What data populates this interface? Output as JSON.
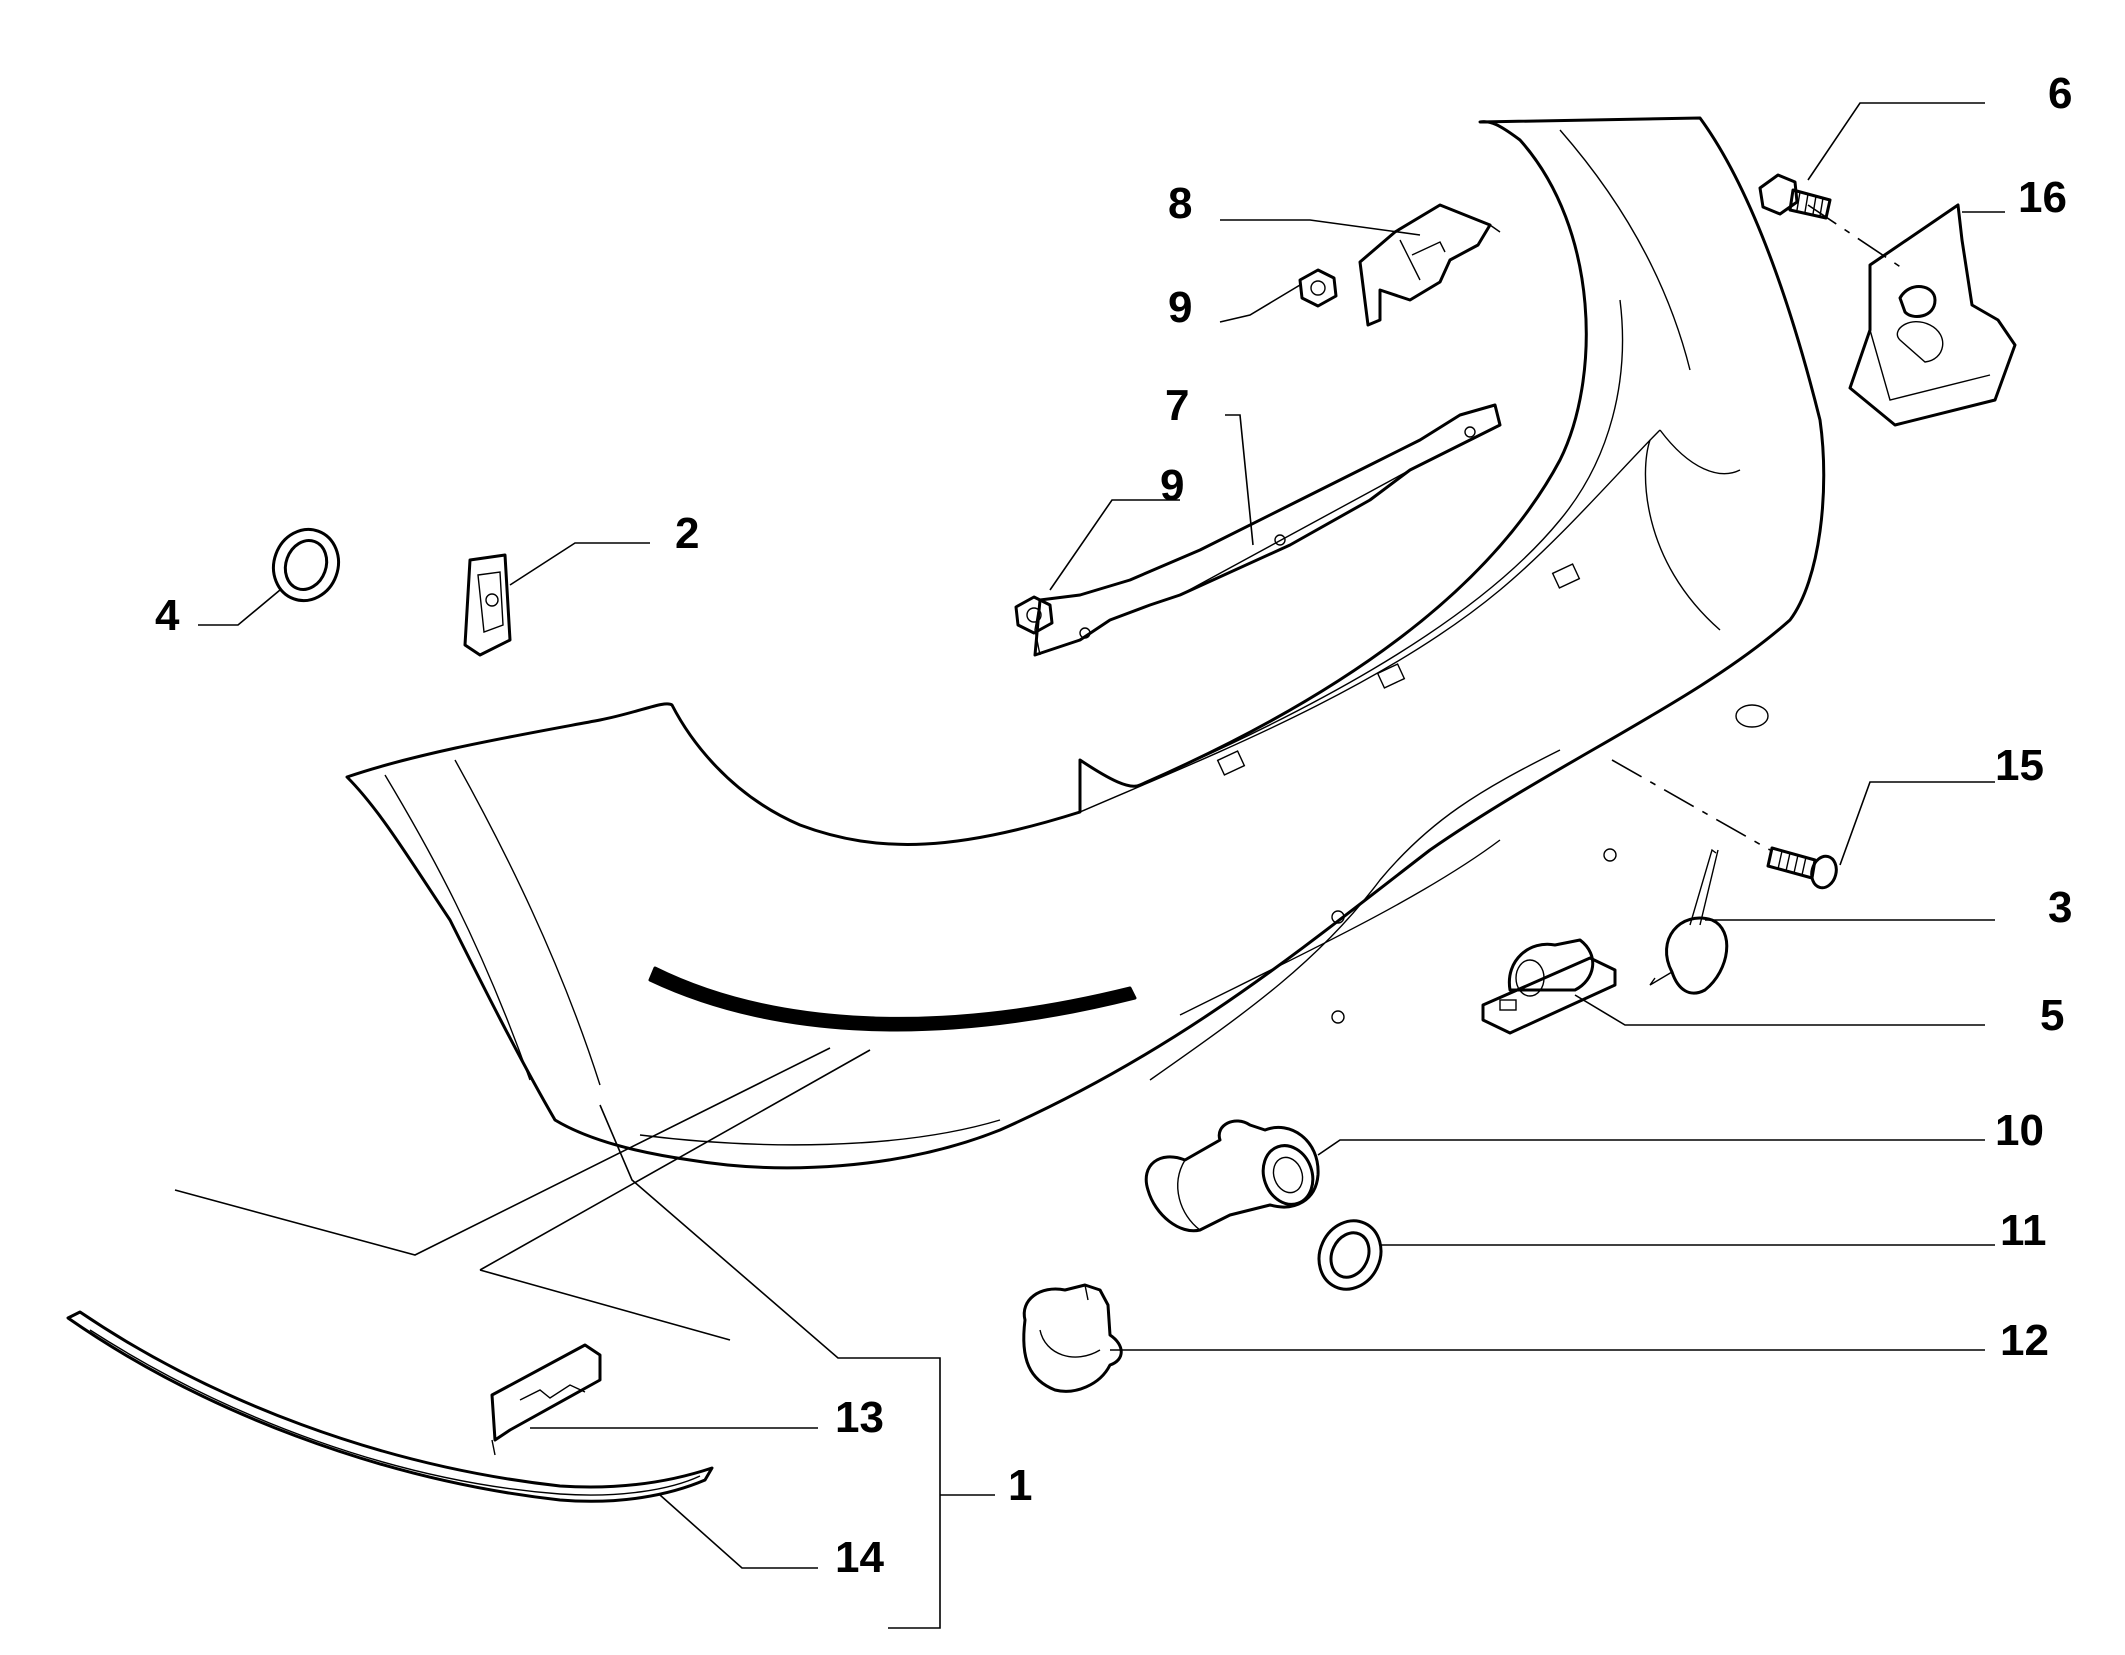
{
  "callouts": {
    "c1": "1",
    "c2": "2",
    "c3": "3",
    "c4": "4",
    "c5": "5",
    "c6": "6",
    "c7": "7",
    "c8": "8",
    "c9a": "9",
    "c9b": "9",
    "c10": "10",
    "c11": "11",
    "c12": "12",
    "c13": "13",
    "c14": "14",
    "c15": "15",
    "c16": "16"
  }
}
